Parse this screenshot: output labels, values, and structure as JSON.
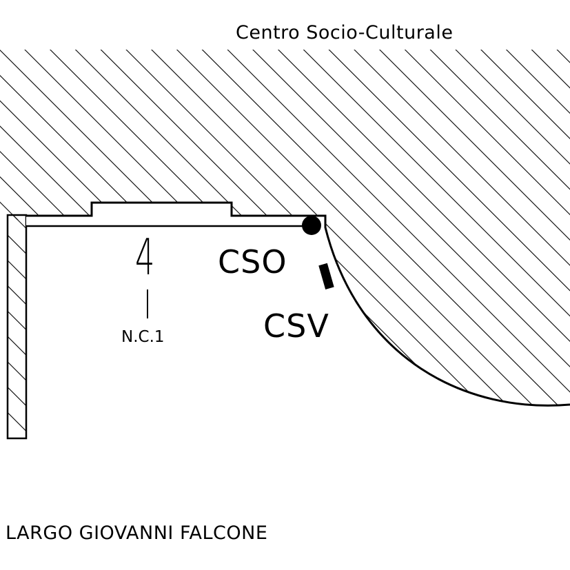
{
  "map": {
    "building_label": "Centro Socio-Culturale",
    "marker_cso": "CSO",
    "marker_csv": "CSV",
    "civic_number": "4",
    "civic_number_code": "N.C.1",
    "street_name": "LARGO GIOVANNI FALCONE"
  },
  "colors": {
    "ink": "#000000",
    "paper": "#ffffff"
  },
  "symbols": {
    "cso": "filled-circle",
    "csv": "filled-rectangle"
  }
}
